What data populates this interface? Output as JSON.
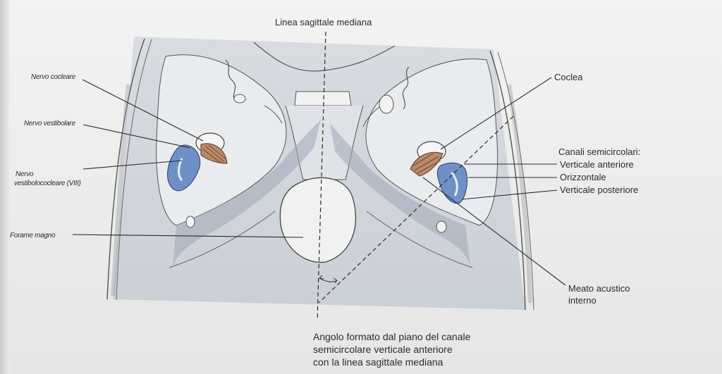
{
  "figure": {
    "top_label": "Linea sagittale mediana",
    "left_labels": {
      "nervo_cocleare": "Nervo cocleare",
      "nervo_vestibolare": "Nervo vestibolare",
      "nervo_vestibolococleare_line1": "Nervo",
      "nervo_vestibolococleare_line2": "vestibolococleare (VIII)",
      "forame_magno": "Forame magno"
    },
    "right_labels": {
      "coclea": "Coclea",
      "canali_title": "Canali semicircolari:",
      "verticale_anteriore": "Verticale anteriore",
      "orizzontale": "Orizzontale",
      "verticale_posteriore": "Verticale posteriore",
      "meato_line1": "Meato acustico",
      "meato_line2": "interno"
    },
    "caption": {
      "line1": "Angolo formato dal piano del canale",
      "line2": "semicircolare verticale anteriore",
      "line3": "con la linea sagittale mediana"
    },
    "colors": {
      "bone_shade": "#bcc4cf",
      "canal_blue": "#6f8fc9",
      "nerve_tan": "#b98a6a",
      "line": "#2a2a2a"
    }
  }
}
